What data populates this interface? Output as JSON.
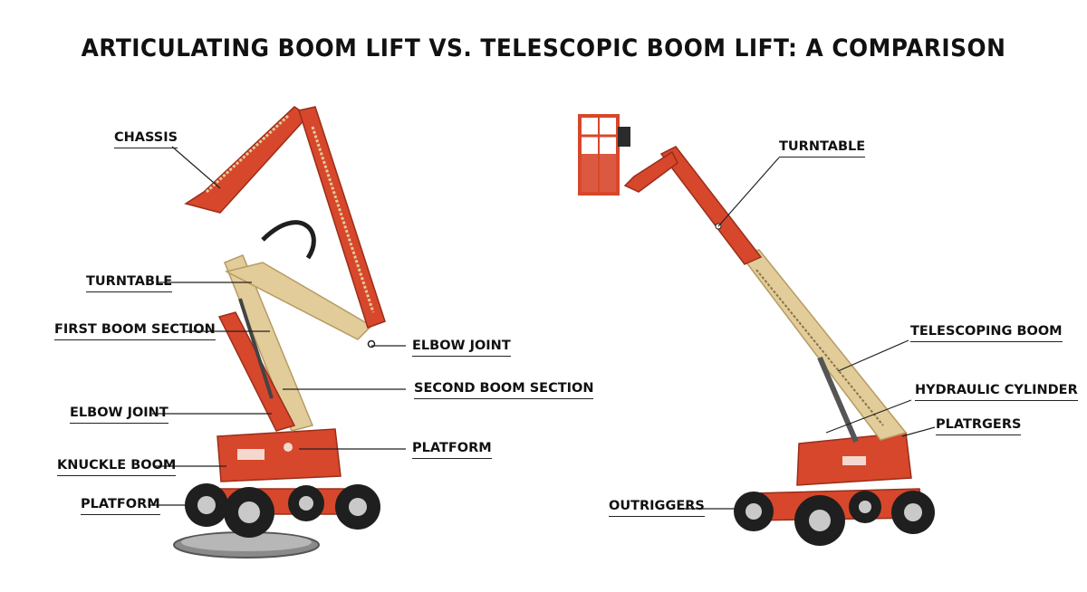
{
  "title": "ARTICULATING BOOM LIFT VS. TELESCOPIC BOOM LIFT: A COMPARISON",
  "colors": {
    "boom_red": "#d7472b",
    "boom_beige": "#e2cc9a",
    "wheel": "#1f1f1f",
    "hub": "#c9c9c9",
    "label_line": "#222222"
  },
  "articulating_labels": {
    "chassis": "CHASSIS",
    "turntable": "TURNTABLE",
    "first_boom_section": "FIRST BOOM SECTION",
    "elbow_joint_left": "ELBOW JOINT",
    "knuckle_boom": "KNUCKLE BOOM",
    "platform_left": "PLATFORM",
    "elbow_joint_right": "ELBOW JOINT",
    "second_boom_section": "SECOND BOOM SECTION",
    "platform_right": "PLATFORM"
  },
  "telescopic_labels": {
    "turntable": "TURNTABLE",
    "telescoping_boom": "TELESCOPING BOOM",
    "hydraulic_cylinder": "HYDRAULIC CYLINDER",
    "platrgers": "PLATRGERS",
    "outriggers": "OUTRIGGERS"
  }
}
